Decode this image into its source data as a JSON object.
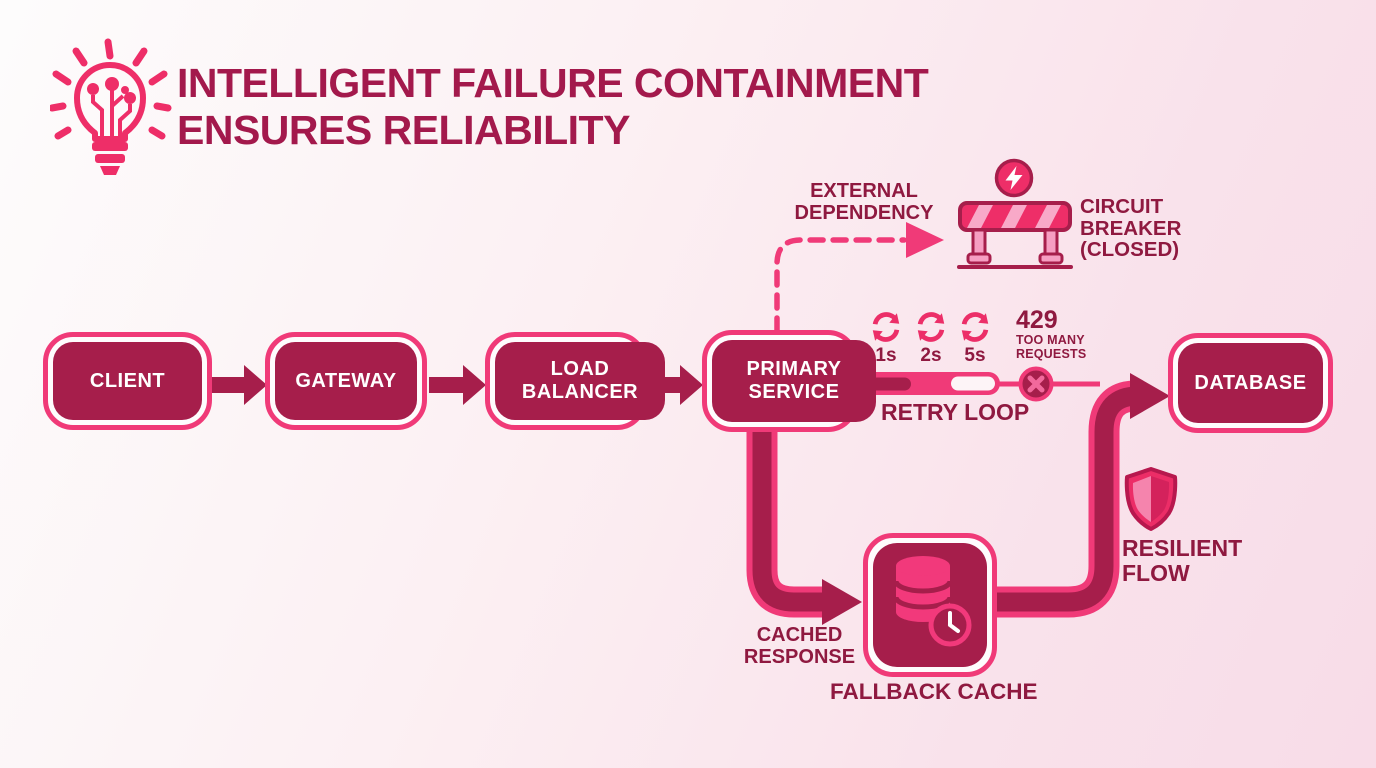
{
  "title": {
    "line1": "INTELLIGENT FAILURE CONTAINMENT",
    "line2": "ENSURES RELIABILITY"
  },
  "flow": {
    "nodes": [
      {
        "label": "CLIENT"
      },
      {
        "label": "GATEWAY"
      },
      {
        "label": "LOAD BALANCER"
      },
      {
        "label": "PRIMARY SERVICE"
      },
      {
        "label": "DATABASE"
      }
    ]
  },
  "circuit_breaker": {
    "dependency_label": "EXTERNAL DEPENDENCY",
    "label": "CIRCUIT BREAKER (CLOSED)"
  },
  "retry": {
    "intervals": [
      "1s",
      "2s",
      "5s"
    ],
    "error_code": "429",
    "error_text": "TOO MANY REQUESTS",
    "label": "RETRY LOOP"
  },
  "fallback": {
    "flow_label": "CACHED RESPONSE",
    "node_label": "FALLBACK CACHE"
  },
  "resilience": {
    "label": "RESILIENT FLOW"
  },
  "icons": {
    "header": "lightbulb-circuit-icon",
    "circuit_breaker": "barrier-icon",
    "surge": "lightning-bolt-icon",
    "retry": "refresh-icon",
    "failure": "x-circle-icon",
    "cache": "database-clock-icon",
    "resilience": "shield-icon"
  },
  "colors": {
    "accent_pink": "#f03a78",
    "bright_pink": "#ec2e68",
    "stripe_pink": "#f8a9c8",
    "crimson_fill": "#a61e4b",
    "label_text": "#8f1940",
    "title_text": "#a3194c",
    "background_start": "#fdfcfc",
    "background_end": "#f8dce8"
  }
}
